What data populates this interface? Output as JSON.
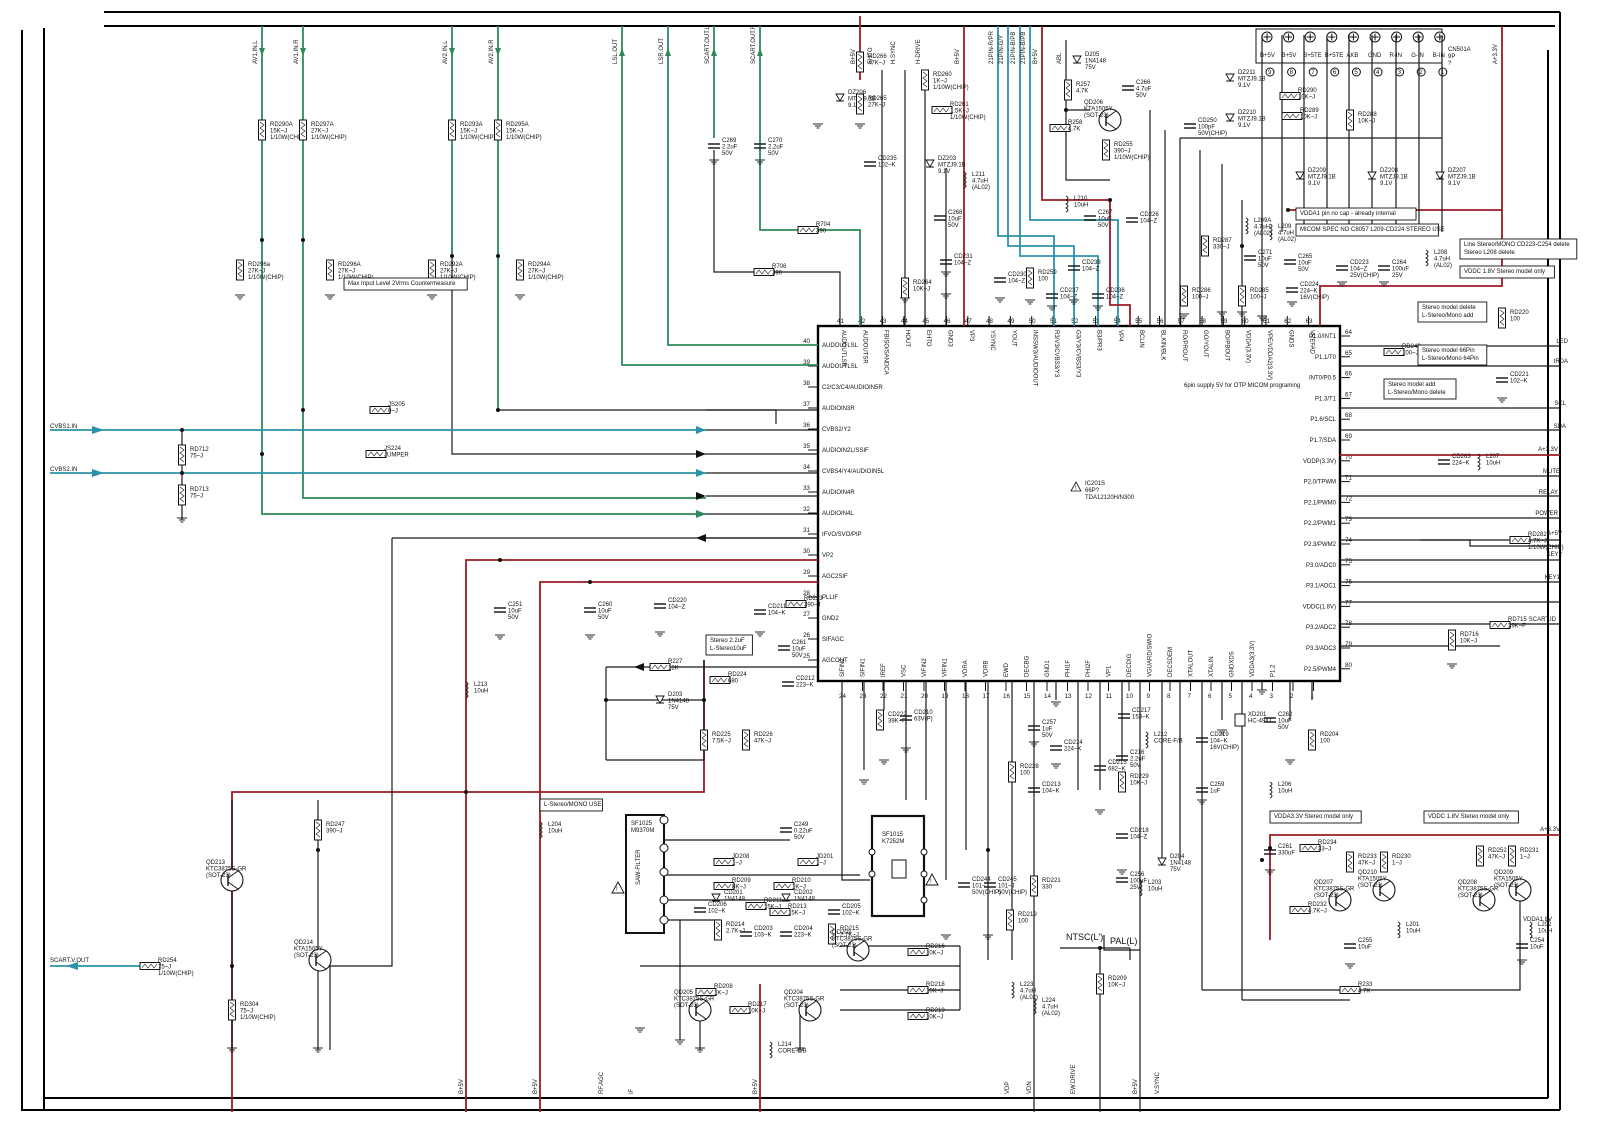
{
  "ic": {
    "ref": "IC201S",
    "footnote": "66P?",
    "part": "TDA12120H/N300",
    "left_pins": [
      {
        "num": "40",
        "label": "AUDOUTLSL"
      },
      {
        "num": "39",
        "label": "AUDOUTLSL"
      },
      {
        "num": "38",
        "label": "C2/C3/C4/AUDIOIN5R"
      },
      {
        "num": "37",
        "label": "AUDIOIN3R"
      },
      {
        "num": "36",
        "label": "CVBS2/Y2"
      },
      {
        "num": "35",
        "label": "AUDIOIN2L/SSIF"
      },
      {
        "num": "34",
        "label": "CVBS4/Y4/AUDIOIN5L"
      },
      {
        "num": "33",
        "label": "AUDIOIN4R"
      },
      {
        "num": "32",
        "label": "AUDIOIN4L"
      },
      {
        "num": "31",
        "label": "IFVO/SVO/PIP"
      },
      {
        "num": "30",
        "label": "VP2"
      },
      {
        "num": "29",
        "label": "AGC2SIF"
      },
      {
        "num": "28",
        "label": "PLLIF"
      },
      {
        "num": "27",
        "label": "GND2"
      },
      {
        "num": "26",
        "label": "SIFAGC"
      },
      {
        "num": "25",
        "label": "AGCOUT"
      }
    ],
    "right_pins": [
      {
        "num": "64",
        "label": "P1.0/INT1"
      },
      {
        "num": "65",
        "label": "P1.1/T0"
      },
      {
        "num": "66",
        "label": "INT0/P0.5"
      },
      {
        "num": "67",
        "label": "P1.3/T1"
      },
      {
        "num": "68",
        "label": "P1.6/SCL"
      },
      {
        "num": "69",
        "label": "P1.7/SDA"
      },
      {
        "num": "70",
        "label": "VDDP(3.3V)"
      },
      {
        "num": "71",
        "label": "P2.0/TPWM"
      },
      {
        "num": "72",
        "label": "P2.1/PWM0"
      },
      {
        "num": "73",
        "label": "P2.2/PWM1"
      },
      {
        "num": "74",
        "label": "P2.3/PWM2"
      },
      {
        "num": "75",
        "label": "P3.0/ADC0"
      },
      {
        "num": "76",
        "label": "P3.1/ADC1"
      },
      {
        "num": "77",
        "label": "VDDC(1.8V)"
      },
      {
        "num": "78",
        "label": "P3.2/ADC2"
      },
      {
        "num": "79",
        "label": "P3.3/ADC3"
      },
      {
        "num": "80",
        "label": "P2.5/PWM4"
      }
    ],
    "top_pins": [
      {
        "num": "41",
        "label": "AUDOUTLSR"
      },
      {
        "num": "42",
        "label": "AUDOUTSR"
      },
      {
        "num": "43",
        "label": "FBISO/SANDCA"
      },
      {
        "num": "44",
        "label": "HOUT"
      },
      {
        "num": "45",
        "label": "EHTO"
      },
      {
        "num": "46",
        "label": "GND3"
      },
      {
        "num": "47",
        "label": "VP3"
      },
      {
        "num": "48",
        "label": "YSYNC"
      },
      {
        "num": "49",
        "label": "YOUT"
      },
      {
        "num": "50",
        "label": "INSSW3/AUDIOOUT"
      },
      {
        "num": "51",
        "label": "R3/V3/CVBS3/Y3"
      },
      {
        "num": "52",
        "label": "G3/Y3/CVBS3/Y3"
      },
      {
        "num": "53",
        "label": "B3/PR3"
      },
      {
        "num": "54",
        "label": "VP4"
      },
      {
        "num": "55",
        "label": "BCLIN"
      },
      {
        "num": "56",
        "label": "BLKIN/BLK"
      },
      {
        "num": "57",
        "label": "RO/PROUT"
      },
      {
        "num": "58",
        "label": "GO/YOUT"
      },
      {
        "num": "59",
        "label": "BO/PBOUT"
      },
      {
        "num": "60",
        "label": "VDDA(3.3V)"
      },
      {
        "num": "61",
        "label": "VPE/VDDA2(3.3V)"
      },
      {
        "num": "62",
        "label": "GNDS"
      },
      {
        "num": "63",
        "label": "VREFAD"
      }
    ],
    "bottom_pins": [
      {
        "num": "24",
        "label": "SIFIN2"
      },
      {
        "num": "23",
        "label": "SIFIN1"
      },
      {
        "num": "22",
        "label": "IREF"
      },
      {
        "num": "21",
        "label": "VSC"
      },
      {
        "num": "20",
        "label": "VIFIN2"
      },
      {
        "num": "19",
        "label": "VIFIN1"
      },
      {
        "num": "18",
        "label": "VDRA"
      },
      {
        "num": "17",
        "label": "VDRB"
      },
      {
        "num": "16",
        "label": "EWD"
      },
      {
        "num": "15",
        "label": "DECBG"
      },
      {
        "num": "14",
        "label": "GND1"
      },
      {
        "num": "13",
        "label": "PHI1F"
      },
      {
        "num": "12",
        "label": "PHI2F"
      },
      {
        "num": "11",
        "label": "VP1"
      },
      {
        "num": "10",
        "label": "DECDIG"
      },
      {
        "num": "9",
        "label": "VGUARD/SWIO"
      },
      {
        "num": "8",
        "label": "DECSDEM"
      },
      {
        "num": "7",
        "label": "XTALOUT"
      },
      {
        "num": "6",
        "label": "XTALIN"
      },
      {
        "num": "5",
        "label": "GNDXDS"
      },
      {
        "num": "4",
        "label": "VDDA3(3.3V)"
      },
      {
        "num": "3",
        "label": "P1.2"
      },
      {
        "num": "2",
        "label": ""
      },
      {
        "num": "1",
        "label": ""
      }
    ]
  },
  "connector": {
    "ref": "CN501A",
    "pins_label": "9P",
    "footnote": "?",
    "pins": [
      "B+5V",
      "B+5V",
      "B+5TE",
      "B+5TE",
      "AKB",
      "GND",
      "R-IN",
      "G-IN",
      "B-IN"
    ],
    "numbers": [
      "9",
      "8",
      "7",
      "6",
      "5",
      "4",
      "3",
      "2",
      "1"
    ]
  },
  "top_signals": [
    "AV1.IN.L",
    "AV1.IN.R",
    "AV2.IN.L",
    "AV2.IN.R",
    "LSL.OUT",
    "LSR.OUT",
    "SCART.OUT.L",
    "SCART.OUT.R",
    "B+5V",
    "EHTO",
    "H.SYNC",
    "H-DRIVE",
    "B+5V",
    "21PIN-R/PR",
    "21PIN-G/Y",
    "21PIN-B/PB",
    "21PIN-B/PB",
    "B+5V",
    "ABL",
    "A+3.3V"
  ],
  "left_signals": [
    "CVBS1.IN",
    "CVBS2.IN",
    "SCART.V.OUT"
  ],
  "right_signals": [
    "LED",
    "IRDA",
    "SCL",
    "SDA",
    "A+3.3V",
    "MUTE",
    "RELAY",
    "POWER",
    "A+5V",
    "KEY2",
    "KEY1",
    "SCART.ID",
    "A+3.3V",
    "VDDA1.8V",
    "VDDA1.8V"
  ],
  "bottom_signals": [
    "B+5V",
    "B+5V",
    "RF.AGC",
    "IF",
    "B+5V",
    "VDP",
    "VDN",
    "EW.DRIVE",
    "B+5V",
    "V.SYNC"
  ],
  "notes": [
    "Max Input Level 2Vrms Countermeasure",
    "VDDA1 pin no cap - already internal",
    "MICOM SPEC NO C8057  L209-CD224 STEREO USE",
    "Line Stereo/MONO:CD223-C254 delete",
    "Stereo  L208 delete",
    "VDDC 1.8V Stereo model only",
    "Stereo model delete",
    "L-Stereo/Mono add",
    "Stereo model 66Pin",
    "L-Stereo/Mono 64Pin",
    "Stereo model add",
    "L-Stereo/Mono delete",
    "6pin supply 5V for OTP MICOM programing",
    "Stereo 2.2uF",
    "L-Stereo10uF",
    "L-Stereo/MONO USE",
    "VDDA3.3V Stereo model only",
    "VDDC 1.8V Stereo model only"
  ],
  "components": {
    "rd290a": {
      "ref": "RD290A",
      "val": "15K~J",
      "pkg": "1/10W(CHIP)"
    },
    "rd297a": {
      "ref": "RD297A",
      "val": "27K~J",
      "pkg": "1/10W(CHIP)"
    },
    "rd293a": {
      "ref": "RD293A",
      "val": "15K~J",
      "pkg": "1/10W(CHIP)"
    },
    "rd295a": {
      "ref": "RD295A",
      "val": "15K~J",
      "pkg": "1/10W(CHIP)"
    },
    "rd296a": {
      "ref": "RD296a",
      "val": "27K~J",
      "pkg": "1/10W(CHIP)"
    },
    "rd296a2": {
      "ref": "RD296A",
      "val": "27K~J",
      "pkg": "1/10W(CHIP)"
    },
    "rd292a": {
      "ref": "RD292A",
      "val": "27K~J",
      "pkg": "1/10W(CHIP)"
    },
    "rd294a": {
      "ref": "RD294A",
      "val": "27K~J",
      "pkg": "1/10W(CHIP)"
    },
    "rd712": {
      "ref": "RD712",
      "val": "75~J"
    },
    "rd713": {
      "ref": "RD713",
      "val": "75~J"
    },
    "js205": {
      "ref": "JS205",
      "val": "0~J"
    },
    "js224": {
      "ref": "JS224",
      "val": "JUMPER"
    },
    "c269": {
      "ref": "C269",
      "val": "2.2uF",
      "v": "50V"
    },
    "c270": {
      "ref": "C270",
      "val": "2.2uF",
      "v": "50V"
    },
    "r704": {
      "ref": "R704",
      "val": "390"
    },
    "r706": {
      "ref": "R706",
      "val": "390"
    },
    "rd266": {
      "ref": "RD266",
      "val": "47K~J"
    },
    "dz206": {
      "ref": "DZ206",
      "val": "MTZJ9.1B",
      "v": "9.1V"
    },
    "rd265": {
      "ref": "RD265",
      "val": "27K~J"
    },
    "cd235": {
      "ref": "CD235",
      "val": "102~K"
    },
    "rd260": {
      "ref": "RD260",
      "val": "1K~J",
      "pkg": "1/10W(CHIP)"
    },
    "rd261": {
      "ref": "RD261",
      "val": "1.5K~J",
      "pkg": "1/10W(CHIP)"
    },
    "dz203": {
      "ref": "DZ203",
      "val": "MTZJ9.1B",
      "v": "9.1V"
    },
    "l211": {
      "ref": "L211",
      "val": "4.7uH",
      "pkg": "(AL02)"
    },
    "c268": {
      "ref": "C268",
      "val": "10uF",
      "v": "50V"
    },
    "cd231": {
      "ref": "CD231",
      "val": "104~Z"
    },
    "rd264": {
      "ref": "RD264",
      "val": "10K~J"
    },
    "cd230": {
      "ref": "CD230",
      "val": "104~Z"
    },
    "rd259": {
      "ref": "RD259",
      "val": "100"
    },
    "cd237": {
      "ref": "CD237",
      "val": "104~Z"
    },
    "cd238": {
      "ref": "CD238",
      "val": "104~Z"
    },
    "cd236": {
      "ref": "CD236",
      "val": "104~Z"
    },
    "d205": {
      "ref": "D205",
      "val": "1N4148",
      "v": "75V"
    },
    "r257": {
      "ref": "R257",
      "val": "4.7K"
    },
    "r258": {
      "ref": "R258",
      "val": "4.7K"
    },
    "c266": {
      "ref": "C266",
      "val": "4.7uF",
      "v": "50V"
    },
    "q206": {
      "ref": "QD206",
      "val": "KTA1505Y",
      "pkg": "(SOT-23)"
    },
    "rd255": {
      "ref": "RD255",
      "val": "390~J",
      "pkg": "1/10W(CHIP)"
    },
    "l210": {
      "ref": "L210",
      "val": "10uH"
    },
    "c267": {
      "ref": "C267",
      "val": "10uF",
      "v": "50V"
    },
    "cd226": {
      "ref": "CD226",
      "val": "104~Z"
    },
    "cd250": {
      "ref": "CD250",
      "val": "100pF",
      "v": "50V(CHIP)"
    },
    "dz211": {
      "ref": "DZ211",
      "val": "MTZJ9.1B",
      "v": "9.1V"
    },
    "dz210": {
      "ref": "DZ210",
      "val": "MTZJ9.1B",
      "v": "9.1V"
    },
    "rd290": {
      "ref": "RD290",
      "val": "10K~J"
    },
    "rd289": {
      "ref": "RD289",
      "val": "10K~J"
    },
    "rd288": {
      "ref": "RD288",
      "val": "10K~J"
    },
    "dz209": {
      "ref": "DZ209",
      "val": "MTZJ9.1B",
      "v": "9.1V"
    },
    "dz208": {
      "ref": "DZ208",
      "val": "MTZJ9.1B",
      "v": "9.1V"
    },
    "dz207": {
      "ref": "DZ207",
      "val": "MTZJ9.1B",
      "v": "9.1V"
    },
    "rd287": {
      "ref": "RD287",
      "val": "330~J"
    },
    "l209a": {
      "ref": "L209A",
      "val": "4.7uH",
      "pkg": "(AL02)"
    },
    "l209": {
      "ref": "L209",
      "val": "4.7uH",
      "pkg": "(AL02)"
    },
    "c271": {
      "ref": "C271",
      "val": "10uF",
      "v": "50V"
    },
    "c265": {
      "ref": "C265",
      "val": "10uF",
      "v": "50V"
    },
    "cd223": {
      "ref": "CD223",
      "val": "104~Z",
      "v": "25V(CHIP)"
    },
    "c264": {
      "ref": "C264",
      "val": "100uF",
      "v": "25V"
    },
    "l208": {
      "ref": "L208",
      "val": "4.7uH",
      "pkg": "(AL02)"
    },
    "cd224": {
      "ref": "CD224",
      "val": "224~K",
      "v": "16V(CHIP)"
    },
    "rd286": {
      "ref": "RD286",
      "val": "100~J"
    },
    "rd285": {
      "ref": "RD285",
      "val": "100~J"
    },
    "rd220": {
      "ref": "RD220",
      "val": "100"
    },
    "rd243": {
      "ref": "RD243",
      "val": "100~J"
    },
    "cd221": {
      "ref": "CD221",
      "val": "102~K"
    },
    "cd263": {
      "ref": "CD263",
      "val": "224~K"
    },
    "l207": {
      "ref": "L207",
      "val": "10uH"
    },
    "rd282": {
      "ref": "RD282",
      "val": "4.7K~J",
      "pkg": "1/10W(CHIP)"
    },
    "rd716": {
      "ref": "RD716",
      "val": "10K~J"
    },
    "rd715": {
      "ref": "RD715",
      "val": "39K~F"
    },
    "c251": {
      "ref": "C251",
      "val": "10uF",
      "v": "50V"
    },
    "c260": {
      "ref": "C260",
      "val": "10uF",
      "v": "50V"
    },
    "cd220": {
      "ref": "CD220",
      "val": "104~Z"
    },
    "cd211": {
      "ref": "CD211",
      "val": "104~K"
    },
    "rd223": {
      "ref": "RD223",
      "val": "390~J"
    },
    "c261": {
      "ref": "C261",
      "val": "10uF",
      "v": "50V"
    },
    "cd212": {
      "ref": "CD212",
      "val": "223~K"
    },
    "r227": {
      "ref": "R227",
      "val": "12K"
    },
    "rd224": {
      "ref": "RD224",
      "val": "680"
    },
    "d203": {
      "ref": "D203",
      "val": "1N4148",
      "v": "75V"
    },
    "rd225": {
      "ref": "RD225",
      "val": "7.5K~J"
    },
    "rd226": {
      "ref": "RD226",
      "val": "47K~J"
    },
    "l213": {
      "ref": "L213",
      "val": "10uH"
    },
    "l204": {
      "ref": "L204",
      "val": "10uH"
    },
    "rd247": {
      "ref": "RD247",
      "val": "390~J"
    },
    "qd213": {
      "ref": "QD213",
      "val": "KTC3875S-GR",
      "pkg": "(SOT-23)"
    },
    "qd214": {
      "ref": "QD214",
      "val": "KTA1505Y",
      "pkg": "(SOT-23)"
    },
    "rd254": {
      "ref": "RD254",
      "val": "75~J",
      "pkg": "1/10W(CHIP)"
    },
    "rd304": {
      "ref": "RD304",
      "val": "75~J",
      "pkg": "1/10W(CHIP)"
    },
    "sf1025": {
      "ref": "SF1025",
      "val": "M9370M",
      "name": "SAW-FILTER"
    },
    "sf1015": {
      "ref": "SF1015",
      "val": "K7252M"
    },
    "c249": {
      "ref": "C249",
      "val": "0.22uF",
      "v": "50V"
    },
    "cd222": {
      "ref": "CD222",
      "val": "39K~F"
    },
    "cd210": {
      "ref": "CD210",
      "val": "63V(P)"
    },
    "c257": {
      "ref": "C257",
      "val": "1uF",
      "v": "50V"
    },
    "cd214": {
      "ref": "CD214",
      "val": "224~K"
    },
    "cd217": {
      "ref": "CD217",
      "val": "153~K"
    },
    "l212": {
      "ref": "L212",
      "val": "CORE-F/B"
    },
    "c216": {
      "ref": "C216",
      "val": "2.2uF",
      "v": "50V"
    },
    "cd215": {
      "ref": "CD215",
      "val": "682~K"
    },
    "rd229": {
      "ref": "RD229",
      "val": "10K~J"
    },
    "rd228": {
      "ref": "RD228",
      "val": "100"
    },
    "cd213": {
      "ref": "CD213",
      "val": "104~K"
    },
    "cd218": {
      "ref": "CD218",
      "val": "104~Z"
    },
    "cd219": {
      "ref": "CD219",
      "val": "104~K",
      "v": "16V(CHIP)"
    },
    "c259": {
      "ref": "C259",
      "val": "1uF"
    },
    "c256": {
      "ref": "C256",
      "val": "100uF",
      "v": "25V"
    },
    "l203": {
      "ref": "L203",
      "val": "10uH"
    },
    "d204": {
      "ref": "D204",
      "val": "1N4148",
      "v": "75V"
    },
    "xd201": {
      "ref": "XD201",
      "val": "HC-49/U"
    },
    "c262": {
      "ref": "C262",
      "val": "10uF",
      "v": "50V"
    },
    "rd204": {
      "ref": "RD204",
      "val": "100"
    },
    "l206": {
      "ref": "L206",
      "val": "10uH"
    },
    "c261b": {
      "ref": "C261",
      "val": "330uF"
    },
    "rd234": {
      "ref": "RD234",
      "val": "33~J"
    },
    "rd233": {
      "ref": "RD233",
      "val": "47K~J"
    },
    "rd230": {
      "ref": "RD230",
      "val": "1~J"
    },
    "qd207": {
      "ref": "QD207",
      "val": "KTC3875S-GR",
      "pkg": "(SOT-23)"
    },
    "qd210": {
      "ref": "QD210",
      "val": "KTA1505Y",
      "pkg": "(SOT-23)"
    },
    "rd232": {
      "ref": "RD232",
      "val": "4.7K~J"
    },
    "c255": {
      "ref": "C255",
      "val": "10uF"
    },
    "l201": {
      "ref": "L201",
      "val": "10uH"
    },
    "r233": {
      "ref": "R233",
      "val": "4.7K"
    },
    "rd252": {
      "ref": "RD252",
      "val": "47K~J"
    },
    "rd231": {
      "ref": "RD231",
      "val": "1~J"
    },
    "qd208": {
      "ref": "QD208",
      "val": "KTC3875S-GR",
      "pkg": "(SOT-23)"
    },
    "qd209": {
      "ref": "QD209",
      "val": "KTA1505Y",
      "pkg": "(SOT-23)"
    },
    "c254": {
      "ref": "C254",
      "val": "10uF"
    },
    "l202": {
      "ref": "L202",
      "val": "10uH"
    },
    "jd208": {
      "ref": "JD208",
      "val": "1~J"
    },
    "rd209": {
      "ref": "RD209",
      "val": "8K~J"
    },
    "jd201": {
      "ref": "JD201",
      "val": "1~J"
    },
    "rd210": {
      "ref": "RD210",
      "val": "1K~J"
    },
    "cd201": {
      "ref": "CD201",
      "val": "1N4148"
    },
    "cd202": {
      "ref": "CD202",
      "val": "1N4148"
    },
    "cd206": {
      "ref": "CD206",
      "val": "102~K"
    },
    "rd211": {
      "ref": "RD211",
      "val": "15K~J"
    },
    "rd213": {
      "ref": "RD213",
      "val": "15K~J"
    },
    "cd205": {
      "ref": "CD205",
      "val": "102~K"
    },
    "rd214": {
      "ref": "RD214",
      "val": "2.7K~J"
    },
    "cd203": {
      "ref": "CD203",
      "val": "103~K"
    },
    "cd204": {
      "ref": "CD204",
      "val": "223~K"
    },
    "rd215": {
      "ref": "RD215",
      "val": "2.7K~J"
    },
    "qd203": {
      "ref": "QD203",
      "val": "KTC3875S-GR",
      "pkg": "(SOT-23)"
    },
    "rd216": {
      "ref": "RD216",
      "val": "10K~J"
    },
    "qd205": {
      "ref": "QD205",
      "val": "KTC3875S-GR",
      "pkg": "(SOT-23)"
    },
    "rd208": {
      "ref": "RD208",
      "val": "1K~J"
    },
    "rd217": {
      "ref": "RD217",
      "val": "10K~J"
    },
    "qd204": {
      "ref": "QD204",
      "val": "KTC3875S-GR",
      "pkg": "(SOT-23)"
    },
    "rd218": {
      "ref": "RD218",
      "val": "10K~J"
    },
    "rd219": {
      "ref": "RD219",
      "val": "10K~J"
    },
    "l214": {
      "ref": "L214",
      "val": "CORE-F/B"
    },
    "cd244": {
      "ref": "CD244",
      "val": "101~J",
      "v": "50V(CHIP)"
    },
    "cd245": {
      "ref": "CD245",
      "val": "101~J",
      "v": "50V(CHIP)"
    },
    "rd221": {
      "ref": "RD221",
      "val": "330"
    },
    "rd219b": {
      "ref": "RD219",
      "val": "100"
    },
    "l223": {
      "ref": "L223",
      "val": "4.7uH",
      "pkg": "(AL02)"
    },
    "l224": {
      "ref": "L224",
      "val": "4.7uH",
      "pkg": "(AL02)"
    },
    "rd209b": {
      "ref": "RD209",
      "val": "10K~J"
    }
  },
  "ntsc_label": "NTSC(L')",
  "pal_label": "PAL(L)"
}
